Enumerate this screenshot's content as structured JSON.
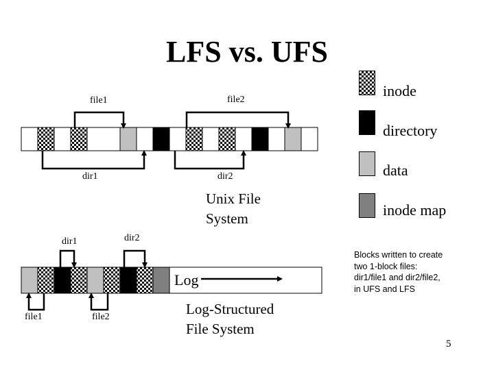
{
  "title": "LFS vs. UFS",
  "colors": {
    "inode": "checker",
    "directory": "#000000",
    "data": "#c0c0c0",
    "inode_map": "#808080"
  },
  "legend": [
    {
      "kind": "inode",
      "label": "inode"
    },
    {
      "kind": "directory",
      "label": "directory"
    },
    {
      "kind": "data",
      "label": "data"
    },
    {
      "kind": "inode_map",
      "label": "inode map"
    }
  ],
  "ufs": {
    "caption_line1": "Unix File",
    "caption_line2": "System",
    "top_labels": {
      "file1": "file1",
      "file2": "file2"
    },
    "bottom_labels": {
      "dir1": "dir1",
      "dir2": "dir2"
    },
    "blocks": [
      "empty",
      "inode",
      "empty",
      "inode",
      "empty",
      "empty",
      "data",
      "empty",
      "directory",
      "empty",
      "inode",
      "empty",
      "inode",
      "empty",
      "directory",
      "empty",
      "data",
      "empty"
    ]
  },
  "lfs": {
    "caption_line1": "Log-Structured",
    "caption_line2": "File System",
    "log_label": "Log",
    "top_labels": {
      "dir1": "dir1",
      "dir2": "dir2"
    },
    "bottom_labels": {
      "file1": "file1",
      "file2": "file2"
    },
    "blocks": [
      "data",
      "inode",
      "directory",
      "inode",
      "data",
      "inode",
      "directory",
      "inode",
      "inode_map"
    ]
  },
  "note": "Blocks written to create two 1-block files: dir1/file1 and dir2/file2, in UFS and LFS",
  "page_number": "5"
}
